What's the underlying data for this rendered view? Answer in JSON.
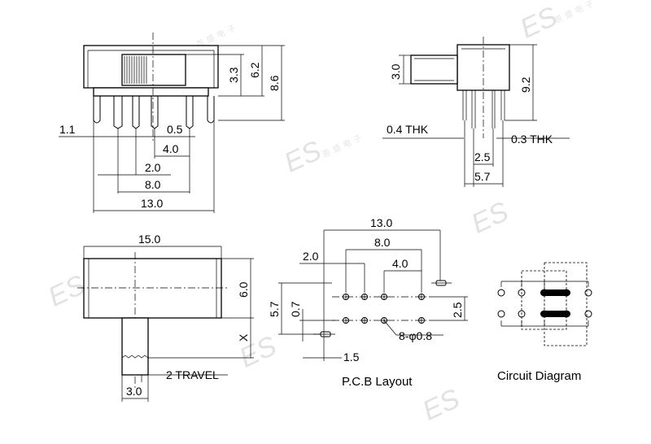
{
  "watermark": {
    "logo": "ES",
    "chars": [
      "恩",
      "盛",
      "电",
      "子"
    ]
  },
  "front_view": {
    "dim_height_33": "3.3",
    "dim_height_62": "6.2",
    "dim_height_86": "8.6",
    "dim_11": "1.1",
    "dim_05": "0.5",
    "dim_40": "4.0",
    "dim_20": "2.0",
    "dim_80": "8.0",
    "dim_130": "13.0"
  },
  "side_view": {
    "dim_30": "3.0",
    "dim_92": "9.2",
    "thk_left": "0.4 THK",
    "thk_right": "0.3 THK",
    "dim_25": "2.5",
    "dim_57": "5.7"
  },
  "top_view": {
    "dim_150": "15.0",
    "dim_60": "6.0",
    "dim_x": "X",
    "travel": "2 TRAVEL",
    "dim_30": "3.0"
  },
  "pcb_layout": {
    "dim_130": "13.0",
    "dim_80": "8.0",
    "dim_20": "2.0",
    "dim_40": "4.0",
    "dim_57": "5.7",
    "dim_07": "0.7",
    "dim_25": "2.5",
    "holes": "8-φ0.8",
    "dim_15": "1.5",
    "caption": "P.C.B Layout"
  },
  "circuit": {
    "caption": "Circuit Diagram"
  }
}
